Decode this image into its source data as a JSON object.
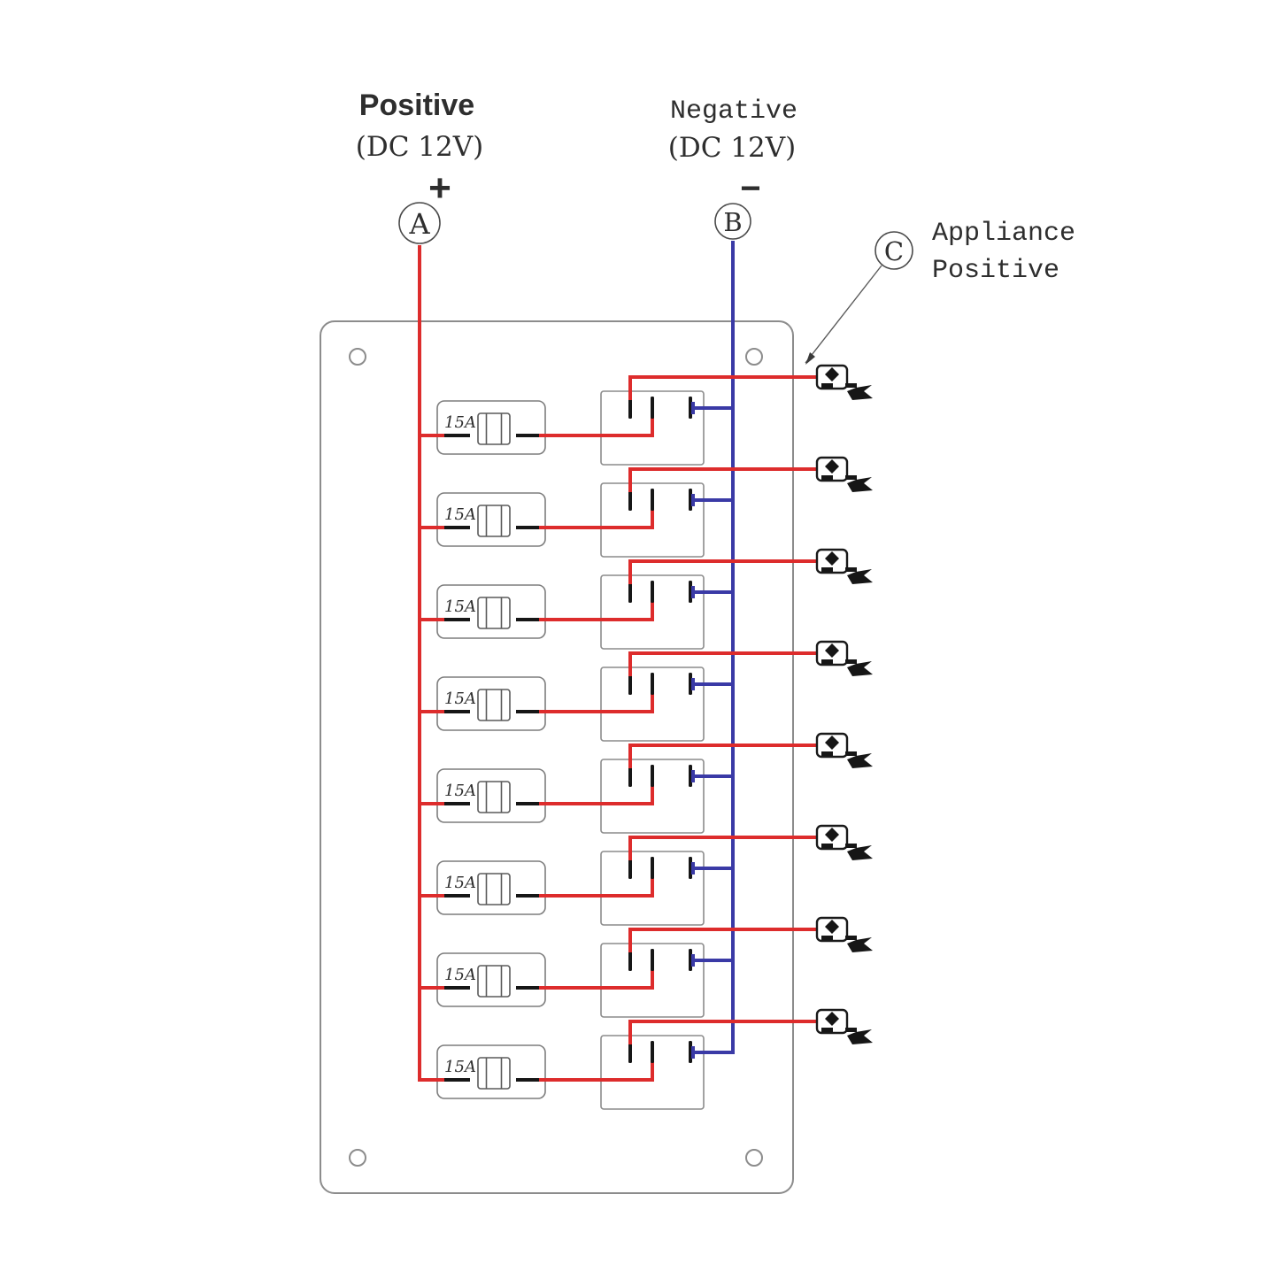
{
  "source_labels": {
    "positive": {
      "title": "Positive",
      "subtitle": "(DC 12V)",
      "polarity_symbol": "+",
      "node": "A"
    },
    "negative": {
      "title": "Negative",
      "subtitle": "(DC 12V)",
      "polarity_symbol": "−",
      "node": "B"
    }
  },
  "output_label": {
    "node": "C",
    "line1": "Appliance",
    "line2": "Positive"
  },
  "rows": [
    {
      "fuse_label": "15A"
    },
    {
      "fuse_label": "15A"
    },
    {
      "fuse_label": "15A"
    },
    {
      "fuse_label": "15A"
    },
    {
      "fuse_label": "15A"
    },
    {
      "fuse_label": "15A"
    },
    {
      "fuse_label": "15A"
    },
    {
      "fuse_label": "15A"
    }
  ],
  "panel": {
    "circuit_count": 8,
    "mounting_hole_count": 4
  },
  "colors": {
    "positive_wire": "#dd2c2c",
    "negative_wire": "#3a3aa6",
    "contact": "#161616",
    "outline": "#8c8c8c",
    "text": "#2e2e2e"
  }
}
